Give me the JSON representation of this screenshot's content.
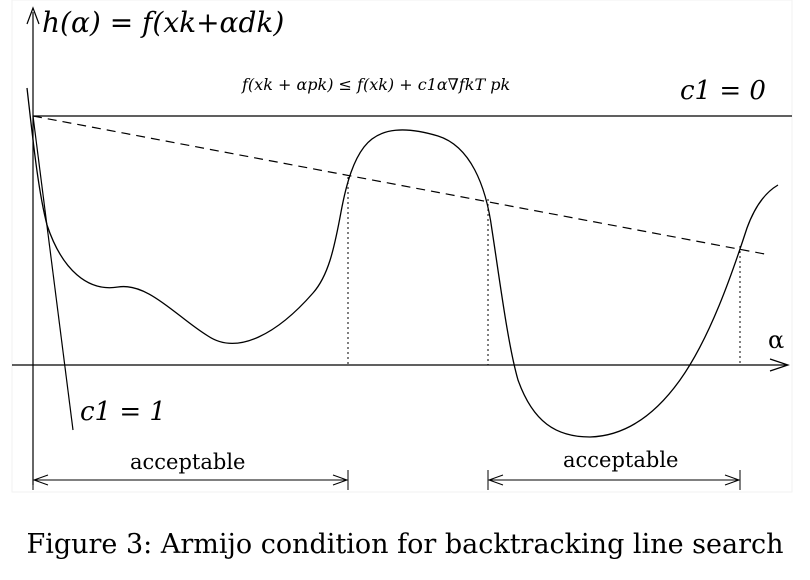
{
  "figure": {
    "y_axis_label": "h(α) = f(xk+αdk)",
    "x_axis_label": "α",
    "condition": "f(xk + αpk) ≤ f(xk) + c1α∇fkT pk",
    "line_c1_zero": "c1 = 0",
    "line_c1_one": "c1 = 1",
    "interval_1": "acceptable",
    "interval_2": "acceptable",
    "caption": "Figure 3: Armijo condition for backtracking line search"
  }
}
